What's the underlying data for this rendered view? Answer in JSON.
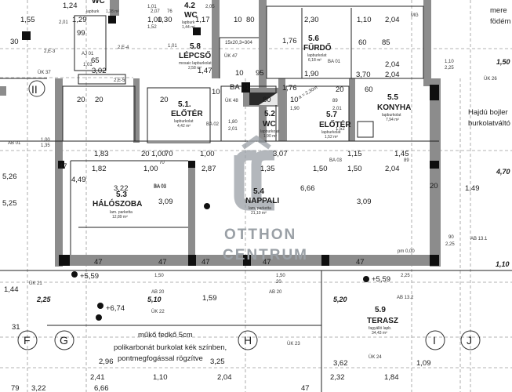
{
  "colors": {
    "wall": "#8c8c8c",
    "column": "#0f0f0f",
    "line": "#222222",
    "dash": "#9a9a9a",
    "watermark": "#9aa0a6"
  },
  "rooms": [
    {
      "id": "wc_top",
      "title": "WC",
      "sub": "lapburk",
      "area": "1,28 m²"
    },
    {
      "id": "r42",
      "title": "4.2",
      "name": "WC",
      "sub": "lapburk",
      "area": "1,44 m²"
    },
    {
      "id": "r58",
      "title": "5.8",
      "name": "LÉPCSŐ",
      "sub": "mosaic lapburkolat",
      "area": "2,58 m²"
    },
    {
      "id": "r56",
      "title": "5.6",
      "name": "FÜRDŐ",
      "sub": "lapburkolat",
      "area": "6,18 m²"
    },
    {
      "id": "r55",
      "title": "5.5",
      "name": "KONYHA",
      "sub": "lapburkolat",
      "area": "7,94 m²"
    },
    {
      "id": "r51",
      "title": "5.1.",
      "name": "ELŐTÉR",
      "sub": "lapburkolat",
      "area": "4,42 m²"
    },
    {
      "id": "r52",
      "title": "5.2",
      "name": "WC",
      "sub": "lapburkolat",
      "area": "1,90 m²"
    },
    {
      "id": "r57",
      "title": "5.7",
      "name": "ELŐTÉR",
      "sub": "lapburkolat",
      "area": "1,52 m²"
    },
    {
      "id": "r53",
      "title": "5.3",
      "name": "HÁLÓSZOBA",
      "sub": "lam. parketta",
      "area": "12,89 m²"
    },
    {
      "id": "r54",
      "title": "5.4",
      "name": "NAPPALI",
      "sub": "lam. parketta",
      "area": "21,10 m²"
    },
    {
      "id": "r59",
      "title": "5.9",
      "name": "TERASZ",
      "sub": "fagyálló lapb.",
      "area": "34,43 m²"
    }
  ],
  "dims": [
    "1,55",
    "1,24",
    "1,29",
    "1,01",
    "76",
    "2,05",
    "10",
    "80",
    "2,30",
    "1,10",
    "2,04",
    "MG",
    "2,01",
    "1,00",
    "1,30",
    "1,52",
    "1,17",
    "2,07",
    "1,76",
    "60",
    "85",
    "2,04",
    "1,01",
    "15x20,3=304",
    "BA 01",
    "1,10",
    "2,25",
    "1,50",
    "1,01",
    "3,02",
    "AJ 01",
    "1,47",
    "1,90",
    "10",
    "95",
    "3,70",
    "2,04",
    "ÜK 26",
    "ÜK 37",
    "2,E-3",
    "2,E-4",
    "2,E-5",
    "ÜK 47",
    "ÜK 48",
    "1,76",
    "80",
    "10",
    "60",
    "1,90",
    "89",
    "2,01",
    "BA 02",
    "20",
    "2,01",
    "1,52",
    "1,80",
    "1,00",
    "1,35",
    "AB 01",
    "1,83",
    "1,00",
    "70",
    "20",
    "1,00",
    "3,07",
    "1,15",
    "1,45",
    "1,82",
    "1,00",
    "2,87",
    "1,35",
    "1,50",
    "1,50",
    "2,04",
    "5,26",
    "4,49",
    "3,22",
    "3,09",
    "6,66",
    "3,09",
    "1,49",
    "4,70",
    "5,25",
    "BA 01",
    "pm 0,00",
    "90",
    "2,25",
    "AB 13.1",
    "1,44",
    "ÜK 21",
    "+5,59",
    "+5,59",
    "+6,74",
    "AB 20",
    "AB 20",
    "AB 13.2",
    "5,10",
    "5,20",
    "1,59",
    "ÜK 22",
    "ÜK 23",
    "ÜK 24",
    "2,96",
    "3,25",
    "3,62",
    "1,09",
    "2,41",
    "1,10",
    "2,04",
    "2,32",
    "1,84",
    "79",
    "3,22",
    "6,66",
    "47",
    "47",
    "47",
    "47",
    "47",
    "47",
    "47",
    "20",
    "20",
    "20",
    "20",
    "10",
    "99",
    "65",
    "30",
    "31",
    "1,10",
    "2,25",
    "1,50",
    "1,50",
    "2,25",
    "20",
    "BA 01",
    "BA 03",
    "BA 03",
    "89",
    "70"
  ],
  "notes": {
    "top_right_1": "mere",
    "top_right_2": "födém",
    "boiler_1": "Hajdú bojler",
    "boiler_2": "burkolatváltó",
    "roof_1": "műkő fedkő 5cm",
    "roof_2": "polikarbonát burkolat kék színben,",
    "roof_3": "pontmegfogással rögzítve",
    "stair": "a = 2,30m"
  },
  "axes": [
    "II",
    "F",
    "G",
    "H",
    "I",
    "J"
  ],
  "watermark": {
    "top": "OTTHON",
    "bottom": "CENTRUM"
  }
}
